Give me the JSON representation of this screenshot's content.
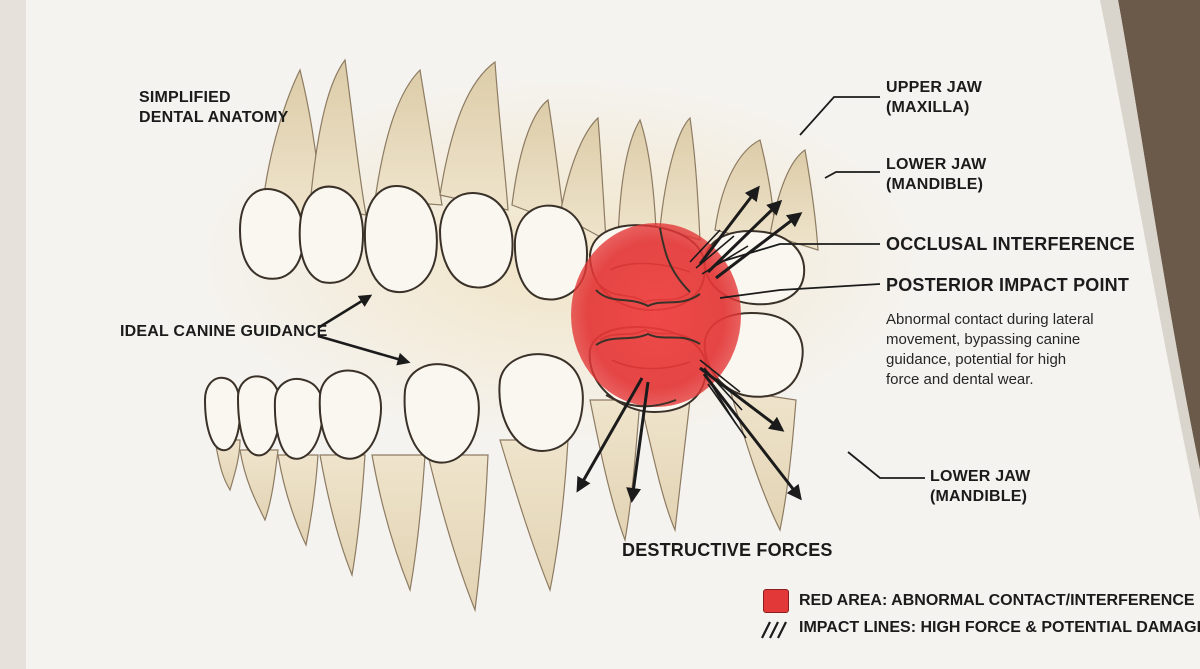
{
  "title": [
    "SIMPLIFIED",
    "DENTAL ANATOMY"
  ],
  "labels": {
    "upper_jaw": [
      "UPPER JAW",
      "(MAXILLA)"
    ],
    "lower_jaw_top": [
      "LOWER JAW",
      "(MANDIBLE)"
    ],
    "occlusal_interference": "OCCLUSAL INTERFERENCE",
    "posterior_impact_point": "POSTERIOR IMPACT POINT",
    "ideal_canine_guidance": "IDEAL CANINE GUIDANCE",
    "lower_jaw_bottom": [
      "LOWER JAW",
      "(MANDIBLE)"
    ],
    "destructive_forces": "DESTRUCTIVE FORCES"
  },
  "description": [
    "Abnormal contact during lateral",
    "movement, bypassing canine",
    "guidance, potential for high",
    "force and dental wear."
  ],
  "legend": {
    "red_area": "RED AREA: ABNORMAL CONTACT/INTERFERENCE",
    "impact_lines": "IMPACT LINES: HIGH FORCE & POTENTIAL DAMAGE"
  },
  "colors": {
    "page": "#f5f3ef",
    "tooth": "#faf7f0",
    "root": "#e9dcc0",
    "outline": "#3a3128",
    "interference": "#e23838",
    "arrow": "#1b1b1b"
  }
}
